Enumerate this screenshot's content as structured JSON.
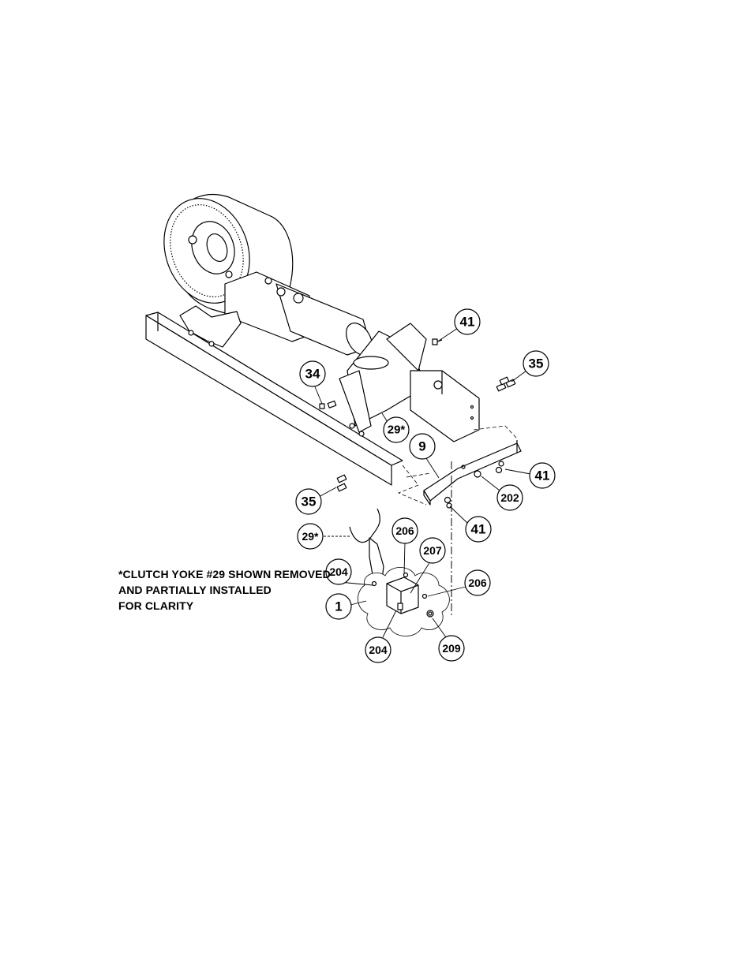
{
  "callouts": [
    {
      "label": "41"
    },
    {
      "label": "35"
    },
    {
      "label": "34"
    },
    {
      "label": "29*"
    },
    {
      "label": "9"
    },
    {
      "label": "35"
    },
    {
      "label": "41"
    },
    {
      "label": "202"
    },
    {
      "label": "41"
    },
    {
      "label": "29*"
    },
    {
      "label": "206"
    },
    {
      "label": "207"
    },
    {
      "label": "204"
    },
    {
      "label": "206"
    },
    {
      "label": "1"
    },
    {
      "label": "204"
    },
    {
      "label": "209"
    }
  ],
  "note": {
    "line1": "*CLUTCH YOKE #29 SHOWN REMOVED",
    "line2": "AND PARTIALLY INSTALLED",
    "line3": "FOR CLARITY"
  }
}
